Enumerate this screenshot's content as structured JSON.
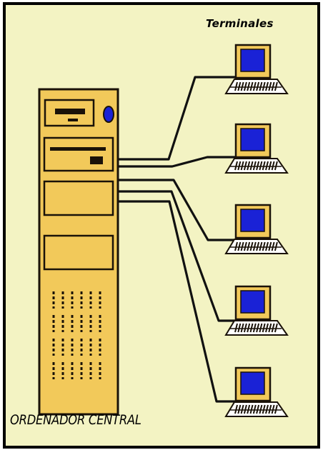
{
  "diagram": {
    "terminals_label": "Terminales",
    "server_label": "ORDENADOR CENTRAL",
    "colors": {
      "background": "#f3f3c3",
      "border": "#000000",
      "tower_body": "#f2c95a",
      "tower_outline": "#1a1208",
      "monitor_frame": "#f2c95a",
      "screen": "#1a22d6",
      "cables": "#111111"
    },
    "server": {
      "name": "central-computer",
      "icon": "server-tower-icon",
      "drive_bays": 4,
      "power_button": "blue"
    },
    "terminals": [
      {
        "name": "terminal-1",
        "icon": "terminal-computer-icon"
      },
      {
        "name": "terminal-2",
        "icon": "terminal-computer-icon"
      },
      {
        "name": "terminal-3",
        "icon": "terminal-computer-icon"
      },
      {
        "name": "terminal-4",
        "icon": "terminal-computer-icon"
      },
      {
        "name": "terminal-5",
        "icon": "terminal-computer-icon"
      }
    ]
  }
}
